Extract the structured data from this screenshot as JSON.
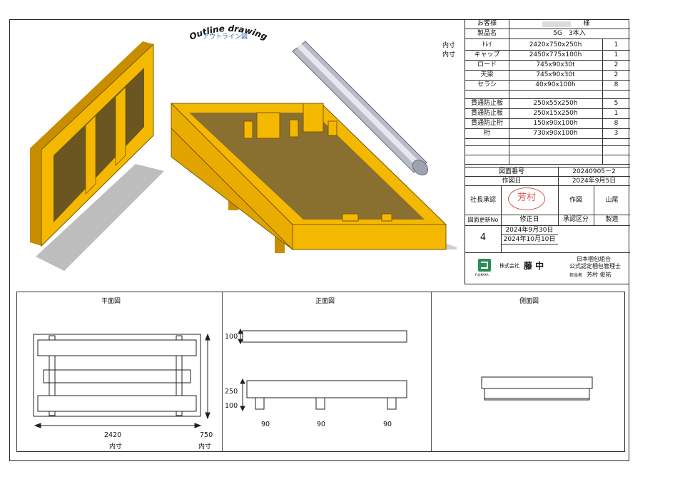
{
  "header": {
    "title": "Outline drawing",
    "subtitle": "アウトライン図"
  },
  "colors": {
    "wood": "#f5b800",
    "wood_dark": "#c98d00",
    "floor": "#8a7030",
    "stamp": "#d9534f",
    "logo": "#2e8b57"
  },
  "title_block": {
    "customer_label": "お客様",
    "customer_suffix": "様",
    "product_label": "製品名",
    "product_value": "5G　3本入",
    "naisun_1": "内寸",
    "naisun_2": "内寸",
    "parts": [
      {
        "name": "ﾄﾚｲ",
        "size": "2420x750x250h",
        "qty": "1"
      },
      {
        "name": "キャップ",
        "size": "2450x775x100h",
        "qty": "1"
      },
      {
        "name": "ロード",
        "size": "745x90x30t",
        "qty": "2"
      },
      {
        "name": "天梁",
        "size": "745x90x30t",
        "qty": "2"
      },
      {
        "name": "セラシ",
        "size": "40x90x100h",
        "qty": "8"
      },
      {
        "name": "",
        "size": "",
        "qty": ""
      },
      {
        "name": "貫通防止板",
        "size": "250x55x250h",
        "qty": "5"
      },
      {
        "name": "貫通防止板",
        "size": "250x15x250h",
        "qty": "1"
      },
      {
        "name": "貫通防止桁",
        "size": "150x90x100h",
        "qty": "8"
      },
      {
        "name": "桁",
        "size": "730x90x100h",
        "qty": "3"
      }
    ],
    "drawing_no_label": "図面番号",
    "drawing_no": "20240905－2",
    "drawn_date_label": "作図日",
    "drawn_date": "2024年9月5日",
    "president_label": "社長承認",
    "stamp": "芳村",
    "drafter_label": "作図",
    "drafter": "山尾",
    "rev_no_label": "図面更新No",
    "rev_date_label": "修正日",
    "approval_label": "承認区分",
    "manufacture_label": "製造",
    "rev_no": "4",
    "rev_dates": [
      "2024年9月30日",
      "2024年10月10日"
    ],
    "company": "株式会社",
    "company_name": "藤 中",
    "logo_caption": "FUJINAKA",
    "assoc_1": "日本梱包組合",
    "assoc_2": "公式認定梱包管理士",
    "person_label": "担当者",
    "person": "芳村 俊祐"
  },
  "views": {
    "plan_title": "平面図",
    "front_title": "正面図",
    "side_title": "側面図",
    "plan_len": "2420",
    "plan_wid": "750",
    "plan_len_note": "内寸",
    "plan_wid_note": "内寸",
    "front_cap_h": "100",
    "front_tray_h": "250",
    "front_foot_h": "100",
    "front_foot_1": "90",
    "front_foot_2": "90",
    "front_foot_3": "90"
  }
}
